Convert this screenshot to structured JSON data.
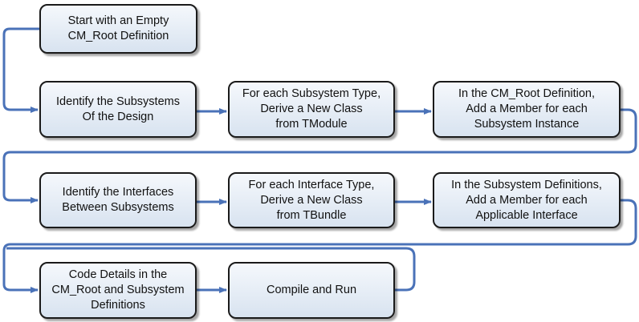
{
  "steps": [
    {
      "id": "start",
      "label": "Start with an Empty\nCM_Root Definition"
    },
    {
      "id": "identify-subsystems",
      "label": "Identify the Subsystems\nOf the Design"
    },
    {
      "id": "derive-tmodule",
      "label": "For each Subsystem Type,\nDerive a New Class\nfrom TModule"
    },
    {
      "id": "add-subsystem-member",
      "label": "In the CM_Root Definition,\nAdd a Member for each\nSubsystem Instance"
    },
    {
      "id": "identify-interfaces",
      "label": "Identify the Interfaces\nBetween Subsystems"
    },
    {
      "id": "derive-tbundle",
      "label": "For each Interface Type,\nDerive a New Class\nfrom TBundle"
    },
    {
      "id": "add-interface-member",
      "label": "In the Subsystem Definitions,\nAdd a Member for each\nApplicable Interface"
    },
    {
      "id": "code-details",
      "label": "Code Details in the\nCM_Root and Subsystem\nDefinitions"
    },
    {
      "id": "compile-run",
      "label": "Compile and Run"
    }
  ],
  "colors": {
    "connector": "#4a72b8",
    "box_border": "#1a1a1a",
    "box_fill_top": "#f5f8fc",
    "box_fill_bottom": "#d8e3f0"
  }
}
